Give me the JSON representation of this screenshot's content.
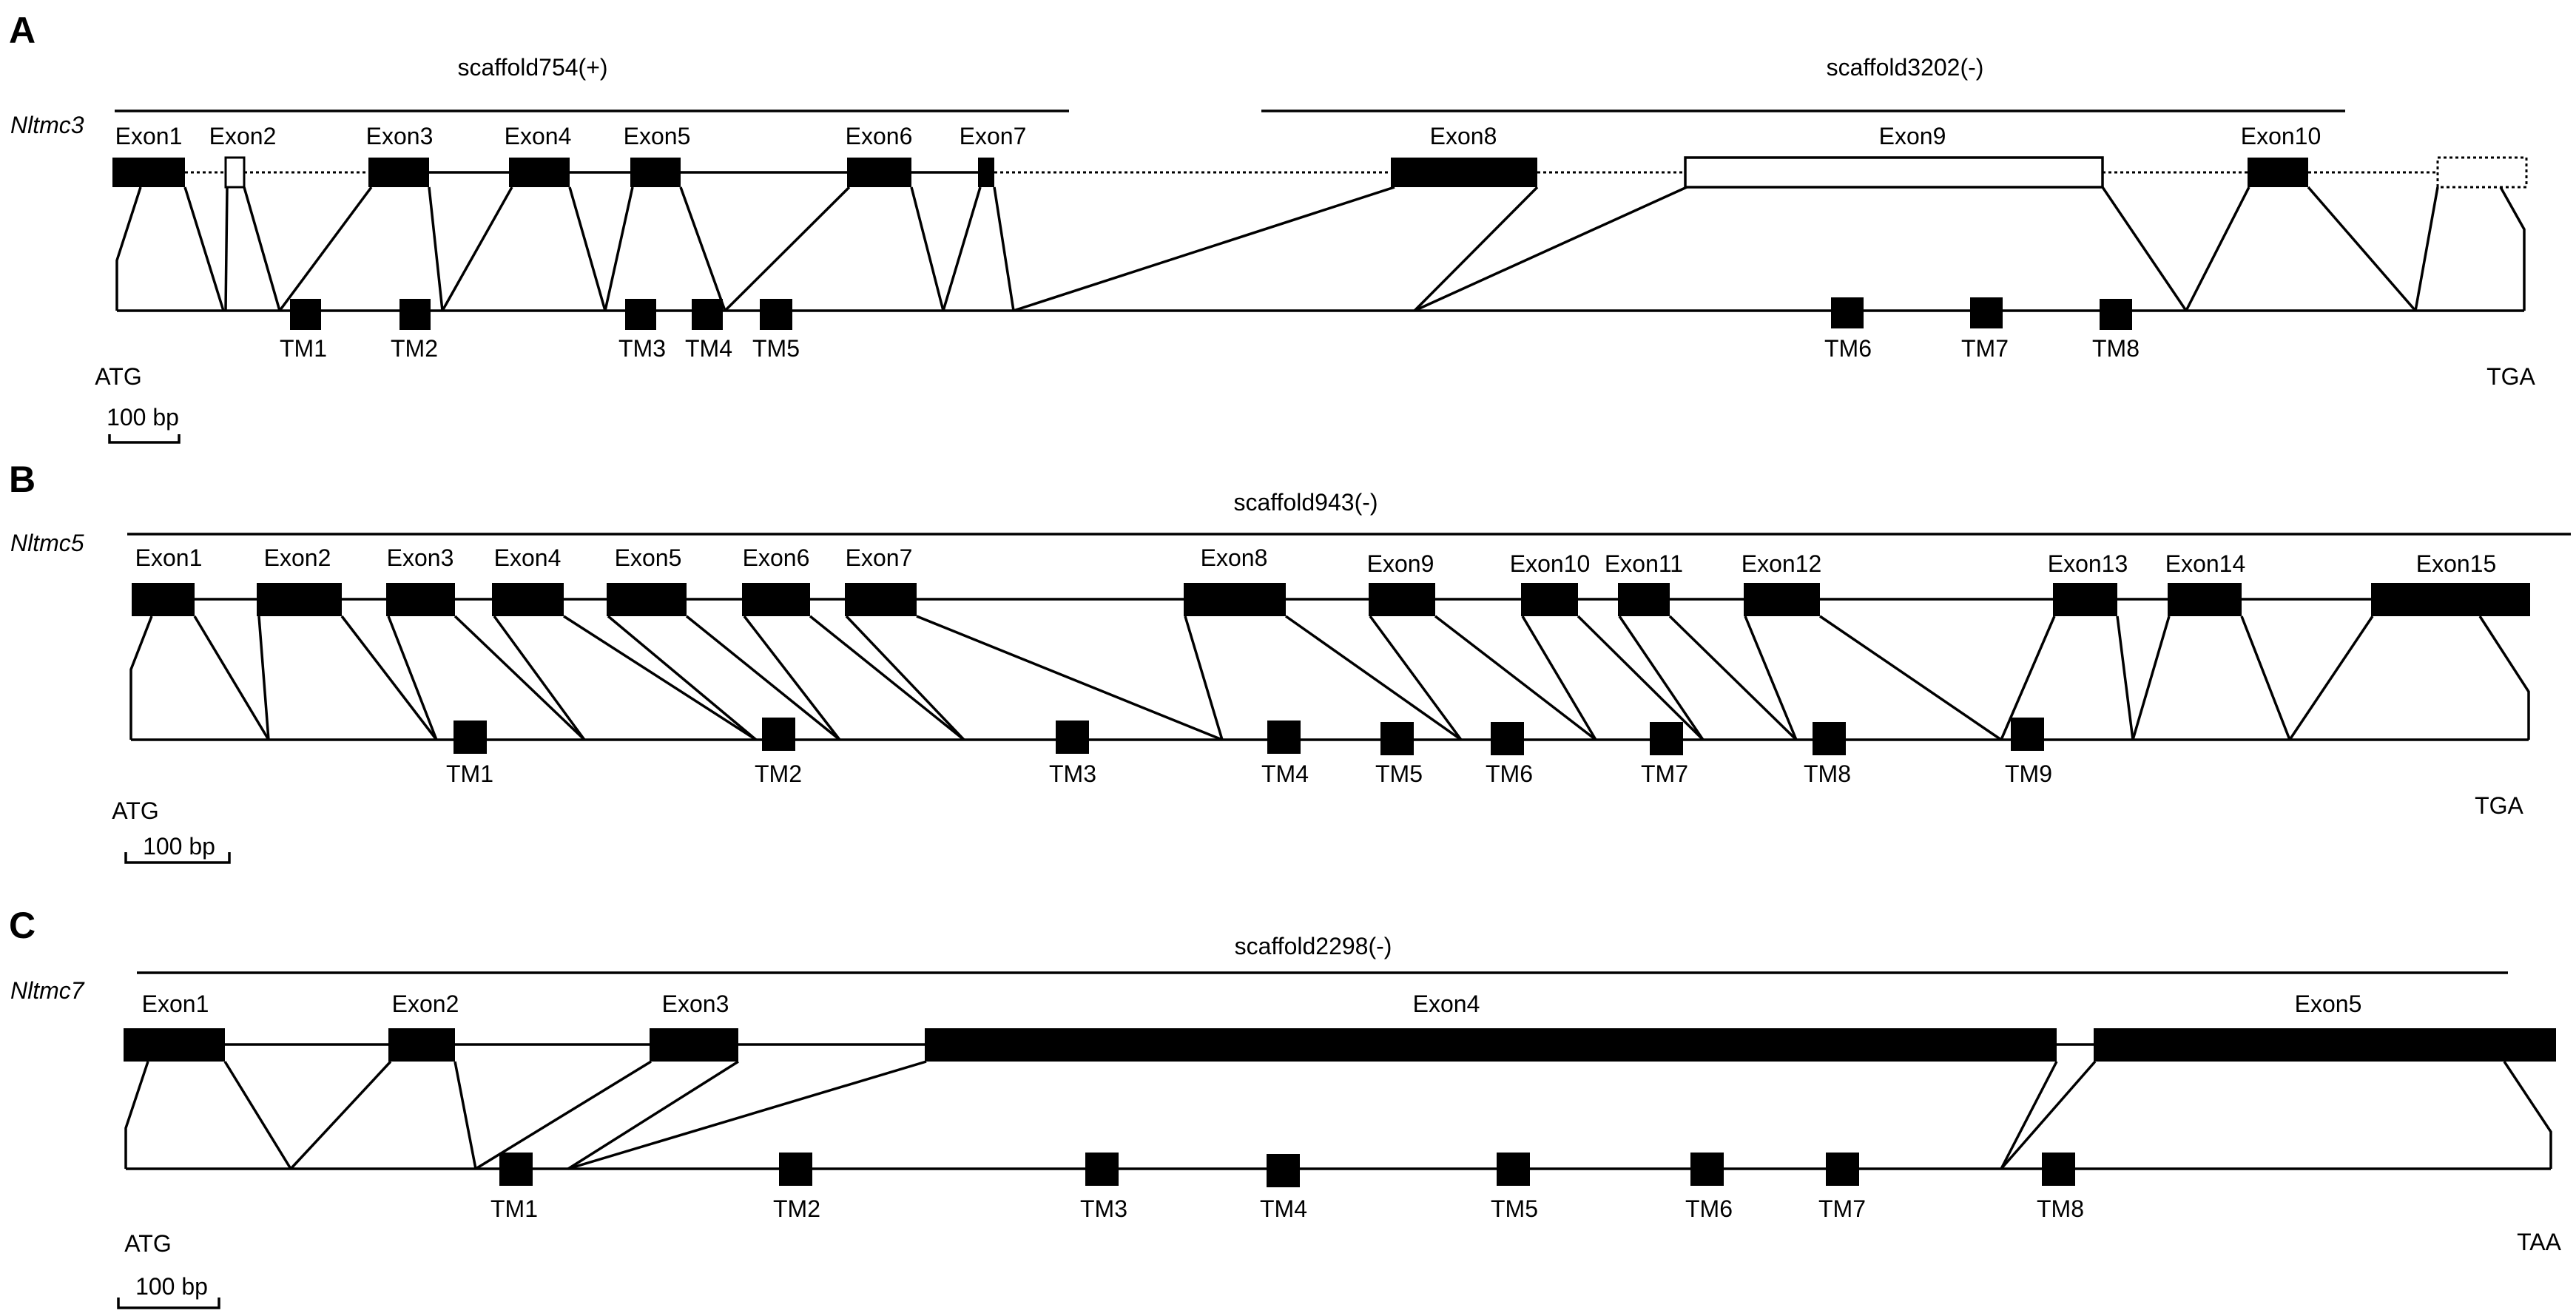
{
  "colors": {
    "ink": "#000000",
    "background": "#ffffff"
  },
  "panels": [
    {
      "letter": "A",
      "gene": "Nltmc3",
      "scaffolds": [
        "scaffold754(+)",
        "scaffold3202(-)"
      ],
      "exons": [
        "Exon1",
        "Exon2",
        "Exon3",
        "Exon4",
        "Exon5",
        "Exon6",
        "Exon7",
        "Exon8",
        "Exon9",
        "Exon10"
      ],
      "tms": [
        "TM1",
        "TM2",
        "TM3",
        "TM4",
        "TM5",
        "TM6",
        "TM7",
        "TM8"
      ],
      "start": "ATG",
      "stop": "TGA",
      "scale": "100 bp"
    },
    {
      "letter": "B",
      "gene": "Nltmc5",
      "scaffolds": [
        "scaffold943(-)"
      ],
      "exons": [
        "Exon1",
        "Exon2",
        "Exon3",
        "Exon4",
        "Exon5",
        "Exon6",
        "Exon7",
        "Exon8",
        "Exon9",
        "Exon10",
        "Exon11",
        "Exon12",
        "Exon13",
        "Exon14",
        "Exon15"
      ],
      "tms": [
        "TM1",
        "TM2",
        "TM3",
        "TM4",
        "TM5",
        "TM6",
        "TM7",
        "TM8",
        "TM9"
      ],
      "start": "ATG",
      "stop": "TGA",
      "scale": "100 bp"
    },
    {
      "letter": "C",
      "gene": "Nltmc7",
      "scaffolds": [
        "scaffold2298(-)"
      ],
      "exons": [
        "Exon1",
        "Exon2",
        "Exon3",
        "Exon4",
        "Exon5"
      ],
      "tms": [
        "TM1",
        "TM2",
        "TM3",
        "TM4",
        "TM5",
        "TM6",
        "TM7",
        "TM8"
      ],
      "start": "ATG",
      "stop": "TAA",
      "scale": "100 bp"
    }
  ]
}
